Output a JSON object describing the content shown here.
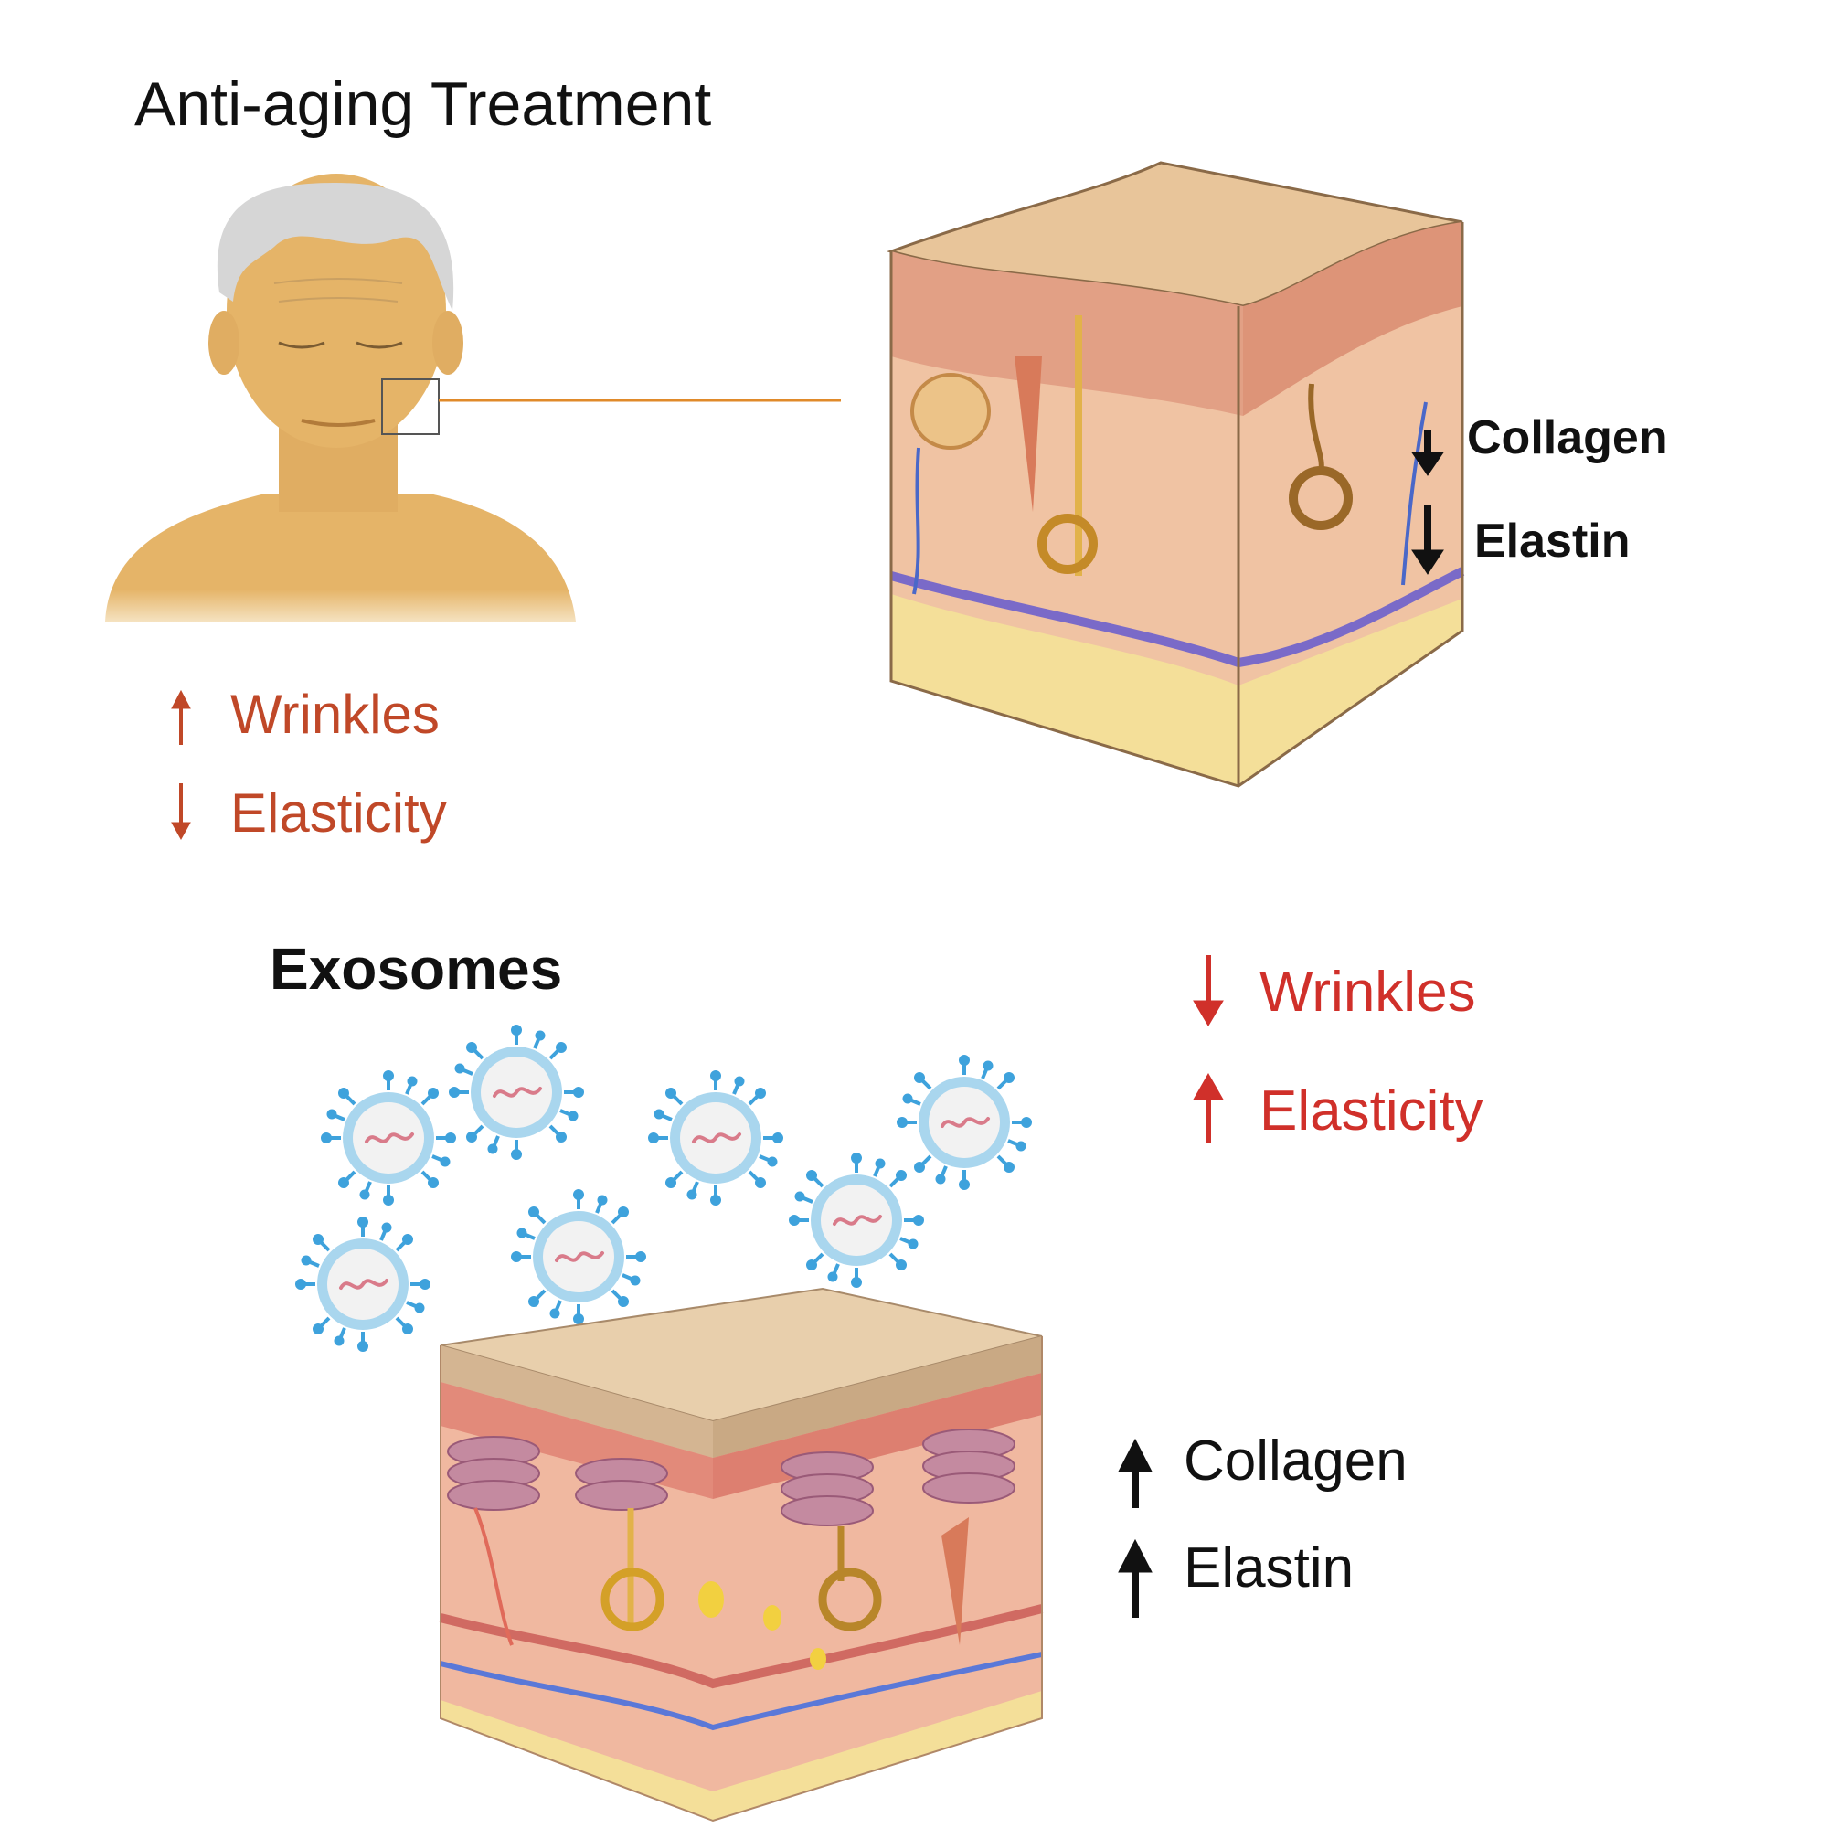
{
  "top": {
    "title": "Anti-aging Treatment",
    "skin_markers": {
      "collagen": "Collagen",
      "elastin": "Elastin"
    },
    "face_effects": {
      "wrinkles": "Wrinkles",
      "elasticity": "Elasticity"
    }
  },
  "bottom": {
    "title": "Exosomes",
    "face_effects": {
      "wrinkles": "Wrinkles",
      "elasticity": "Elasticity"
    },
    "skin_markers": {
      "collagen": "Collagen",
      "elastin": "Elastin"
    }
  },
  "colors": {
    "skin": "#e5b468",
    "hair": "#d6d6d6",
    "red_arrow": "#c04828",
    "black_arrow": "#111111",
    "exosome_ring": "#a9d6ee",
    "exosome_spike": "#3ea2dc",
    "exosome_cargo": "#d97b8a"
  },
  "icons": [
    "aged-face-icon",
    "skin-cross-section-icon",
    "exosome-icon",
    "arrow-up-icon",
    "arrow-down-icon"
  ]
}
